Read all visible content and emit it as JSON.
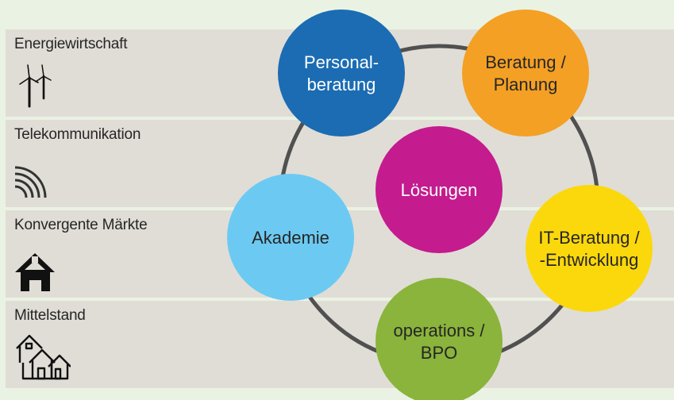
{
  "sectors": [
    {
      "label": "Energiewirtschaft",
      "icon": "wind-turbine-icon"
    },
    {
      "label": "Telekommunikation",
      "icon": "signal-waves-icon"
    },
    {
      "label": "Konvergente Märkte",
      "icon": "house-icon"
    },
    {
      "label": "Mittelstand",
      "icon": "houses-icon"
    }
  ],
  "center": {
    "label": "Lösungen",
    "color": "#c41b8f"
  },
  "services": [
    {
      "lines": [
        "Personal-",
        "beratung"
      ],
      "color": "#1b6cb3",
      "text_color": "#ffffff"
    },
    {
      "lines": [
        "Beratung /",
        "Planung"
      ],
      "color": "#f4a024",
      "text_color": "#262626"
    },
    {
      "lines": [
        "IT-Beratung /",
        "-Entwicklung"
      ],
      "color": "#fbd80c",
      "text_color": "#262626"
    },
    {
      "lines": [
        "operations /",
        "BPO"
      ],
      "color": "#8ab43b",
      "text_color": "#262626"
    },
    {
      "lines": [
        "Akademie"
      ],
      "color": "#6ccaf2",
      "text_color": "#262626"
    }
  ],
  "colors": {
    "background": "#eaf3e3",
    "panel": "#e0ddd6",
    "ring": "#505050"
  }
}
